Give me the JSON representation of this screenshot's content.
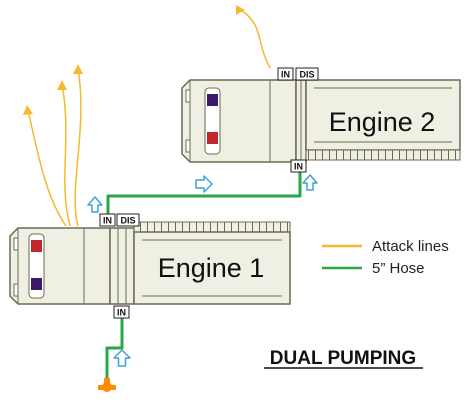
{
  "title": "DUAL PUMPING",
  "engines": [
    {
      "label": "Engine 1",
      "ports": {
        "in_top": "IN",
        "discharge": "DIS",
        "in_bottom": "IN"
      }
    },
    {
      "label": "Engine 2",
      "ports": {
        "in_top": "IN",
        "discharge": "DIS",
        "in_bottom": "IN"
      }
    }
  ],
  "legend": [
    {
      "label": "Attack lines",
      "color": "#f5b82e"
    },
    {
      "label": "5” Hose",
      "color": "#28a745"
    }
  ],
  "colors": {
    "truck_fill": "#efefe3",
    "truck_outline": "#6b6b55",
    "arrow": "#3da2dd",
    "hydrant": "#ff8c00",
    "light_red": "#c0272d",
    "light_purple": "#3b1a6e"
  }
}
